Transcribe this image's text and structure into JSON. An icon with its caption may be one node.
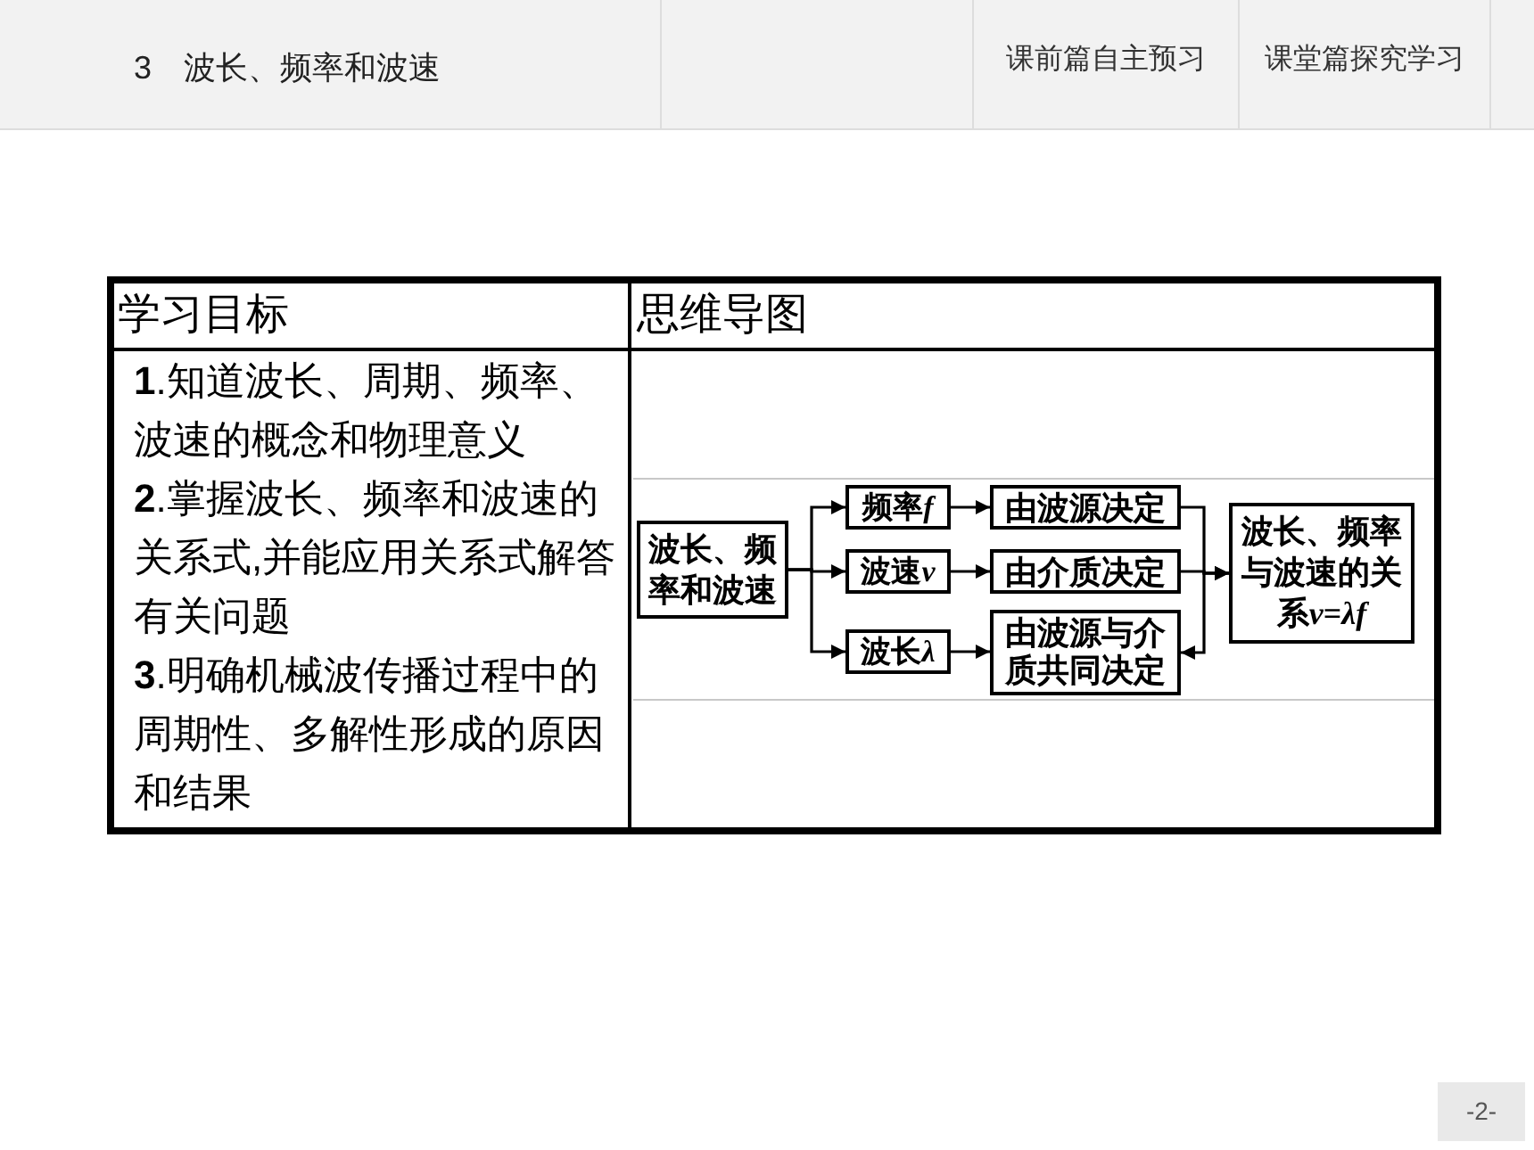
{
  "diagram": {
    "title": "3　波长、频率和波速",
    "nodes": [
      {
        "text": [
          "波长、频率和波速"
        ]
      },
      {
        "text": [
          "频率f"
        ]
      },
      {
        "text": [
          "由波源决定"
        ]
      },
      {
        "text": [
          "波速v"
        ]
      },
      {
        "text": [
          "由介质决定"
        ]
      },
      {
        "text": [
          "波长λ"
        ]
      },
      {
        "text": [
          "由波源与介质共同决定"
        ]
      },
      {
        "text": [
          "波长、频率与波速的关系v=λf"
        ]
      }
    ],
    "edges": [
      {
        "from": 0,
        "to": 1,
        "arrow": "to"
      },
      {
        "from": 0,
        "to": 3,
        "arrow": "to"
      },
      {
        "from": 0,
        "to": 5,
        "arrow": "to"
      },
      {
        "from": 1,
        "to": 2,
        "arrow": "to"
      },
      {
        "from": 3,
        "to": 4,
        "arrow": "to"
      },
      {
        "from": 5,
        "to": 6,
        "arrow": "to"
      },
      {
        "from": 2,
        "to": 7,
        "arrow": "to"
      },
      {
        "from": 4,
        "to": 7,
        "arrow": "to"
      },
      {
        "from": 6,
        "to": 7,
        "arrow": "both"
      }
    ],
    "labels": [
      "课前篇自主预习",
      "课堂篇探究学习",
      "学习目标",
      "思维导图",
      "**1**.知道波长、周期、频率、波速的概念和物理意义",
      "**2**.掌握波长、频率和波速的关系式,并能应用关系式解答有关问题",
      "**3**.明确机械波传播过程中的周期性、多解性形成的原因和结果",
      "-2-"
    ]
  }
}
